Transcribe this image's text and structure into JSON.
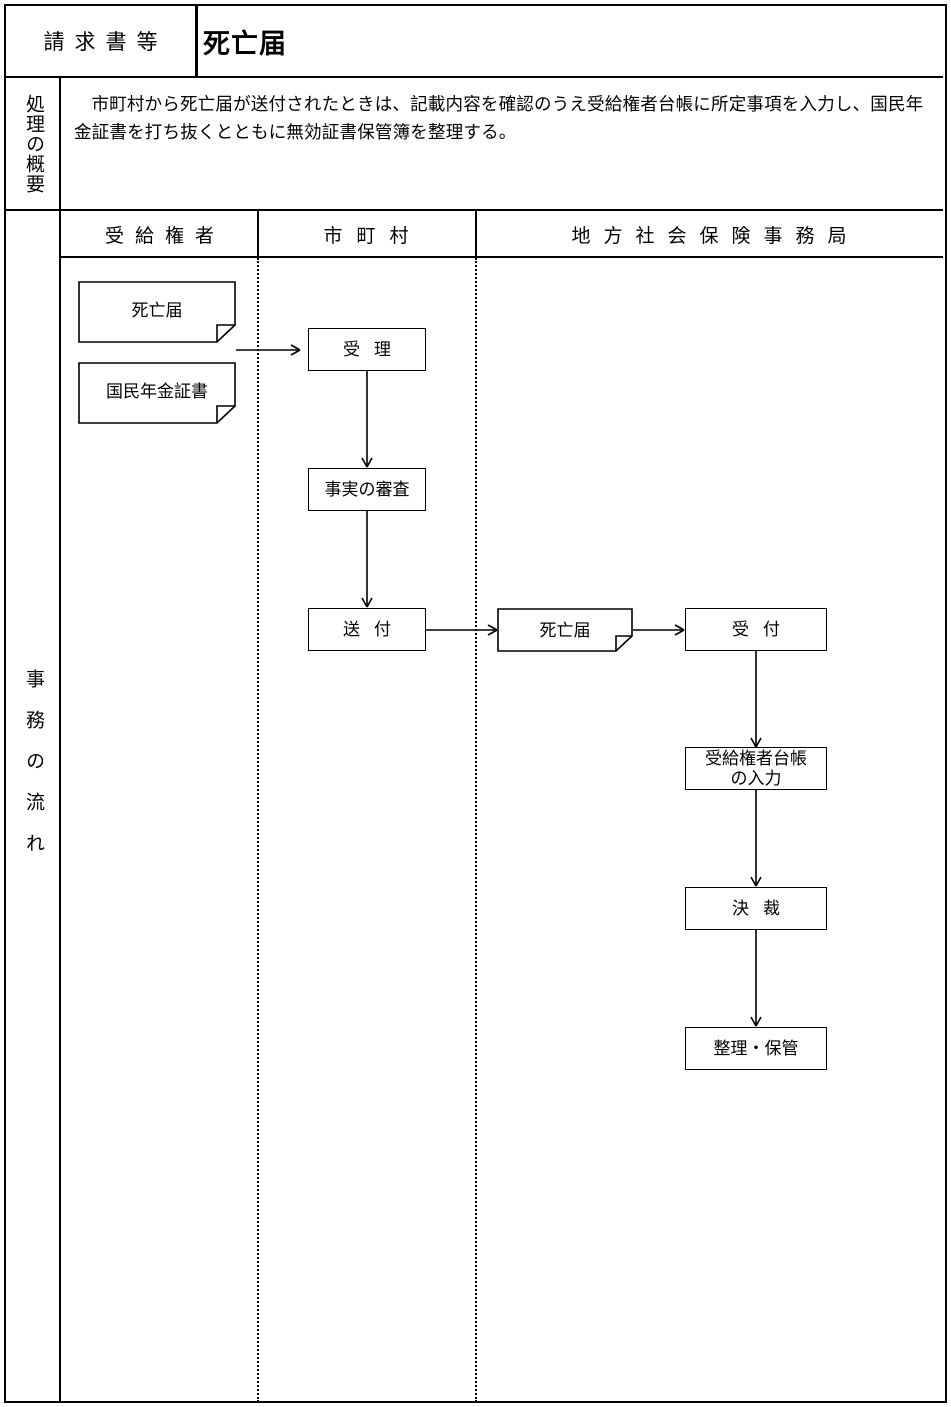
{
  "header": {
    "category_label": "請求書等",
    "title": "死亡届"
  },
  "side_labels": {
    "summary": "処理の概要",
    "flow": "事務の流れ"
  },
  "summary": {
    "text": "市町村から死亡届が送付されたときは、記載内容を確認のうえ受給権者台帳に所定事項を入力し、国民年金証書を打ち抜くとともに無効証書保管簿を整理する。"
  },
  "columns": [
    {
      "id": "beneficiary",
      "label": "受給権者"
    },
    {
      "id": "municipality",
      "label": "市町村"
    },
    {
      "id": "social-insurance-office",
      "label": "地方社会保険事務局"
    }
  ],
  "flow": {
    "nodes": [
      {
        "id": "doc-death-notice-1",
        "label": "死亡届",
        "shape": "document",
        "column": "beneficiary"
      },
      {
        "id": "doc-pension-certificate",
        "label": "国民年金証書",
        "shape": "document",
        "column": "beneficiary"
      },
      {
        "id": "accept",
        "label": "受理",
        "shape": "process",
        "column": "municipality"
      },
      {
        "id": "fact-review",
        "label": "事実の審査",
        "shape": "process",
        "column": "municipality"
      },
      {
        "id": "send",
        "label": "送付",
        "shape": "process",
        "column": "municipality"
      },
      {
        "id": "doc-death-notice-2",
        "label": "死亡届",
        "shape": "document",
        "column": "social-insurance-office"
      },
      {
        "id": "reception",
        "label": "受付",
        "shape": "process",
        "column": "social-insurance-office"
      },
      {
        "id": "ledger-entry",
        "label": "受給権者台帳\nの入力",
        "label_line1": "受給権者台帳",
        "label_line2": "の入力",
        "shape": "process",
        "column": "social-insurance-office"
      },
      {
        "id": "approval",
        "label": "決裁",
        "shape": "process",
        "column": "social-insurance-office"
      },
      {
        "id": "file-store",
        "label": "整理・保管",
        "shape": "process",
        "column": "social-insurance-office"
      }
    ],
    "edges": [
      {
        "from": "doc-death-notice-1",
        "to": "accept"
      },
      {
        "from": "accept",
        "to": "fact-review"
      },
      {
        "from": "fact-review",
        "to": "send"
      },
      {
        "from": "send",
        "to": "doc-death-notice-2"
      },
      {
        "from": "doc-death-notice-2",
        "to": "reception"
      },
      {
        "from": "reception",
        "to": "ledger-entry"
      },
      {
        "from": "ledger-entry",
        "to": "approval"
      },
      {
        "from": "approval",
        "to": "file-store"
      }
    ]
  },
  "colors": {
    "line": "#000000",
    "background": "#ffffff"
  }
}
